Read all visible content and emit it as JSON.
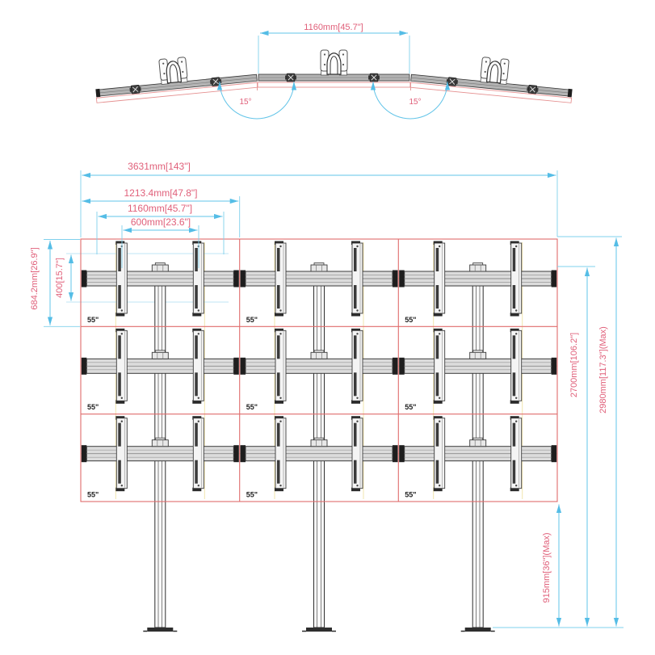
{
  "colors": {
    "dimension_line": "#62c4e8",
    "dimension_text": "#e0607a",
    "screen_outline": "#e06c6c",
    "construction_line": "#f2e4ad",
    "structure_dark": "#2e2e2e"
  },
  "top_view": {
    "width_dim": "1160mm[45.7\"]",
    "angle_label": "15°"
  },
  "front_view": {
    "total_width": "3631mm[143\"]",
    "panel_width": "1213.4mm[47.8\"]",
    "mount_width": "1160mm[45.7\"]",
    "vesa_width": "600mm[23.6\"]",
    "panel_height": "684.2mm[26.9\"]",
    "vesa_height": "400[15.7\"]",
    "row_height_dim": "2700mm[106.2\"]",
    "max_height_dim": "2980mm[117.3\"](Max)",
    "clearance_dim": "915mm[36\"](Max)",
    "screen_size_label": "55\""
  }
}
